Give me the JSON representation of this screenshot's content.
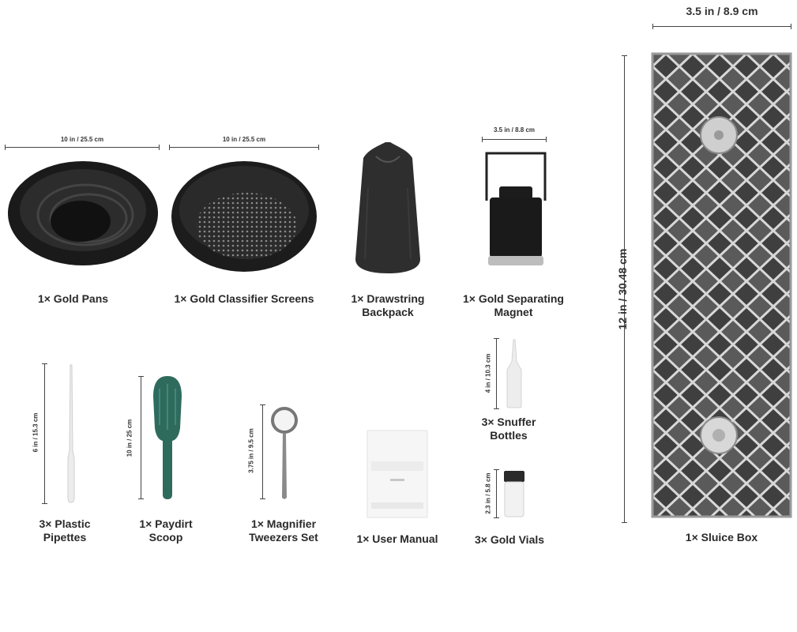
{
  "sluice": {
    "width_dim": "3.5 in /  8.9 cm",
    "height_dim": "12 in / 30.48 cm",
    "label": "1× Sluice Box"
  },
  "items": {
    "gold_pans": {
      "label": "1× Gold Pans",
      "dim": "10 in / 25.5 cm"
    },
    "classifier": {
      "label": "1× Gold Classifier Screens",
      "dim": "10 in / 25.5 cm"
    },
    "backpack": {
      "label_line1": "1× Drawstring",
      "label_line2": "Backpack"
    },
    "magnet": {
      "label_line1": "1× Gold Separating",
      "label_line2": "Magnet",
      "dim": "3.5 in / 8.8 cm"
    },
    "pipettes": {
      "label_line1": "3× Plastic",
      "label_line2": "Pipettes",
      "dim": "6 in / 15.3 cm"
    },
    "scoop": {
      "label_line1": "1× Paydirt",
      "label_line2": "Scoop",
      "dim": "10 in / 25 cm"
    },
    "tweezers": {
      "label_line1": "1× Magnifier",
      "label_line2": "Tweezers Set",
      "dim": "3.75 in / 9.5 cm"
    },
    "manual": {
      "label": "1× User Manual"
    },
    "snuffer": {
      "label_line1": "3× Snuffer",
      "label_line2": "Bottles",
      "dim": "4 in / 10.3 cm"
    },
    "vials": {
      "label": "3× Gold Vials",
      "dim": "2.3 in / 5.8 cm"
    }
  },
  "icons": {
    "gold_pan": "gold-pan-icon",
    "classifier": "classifier-screen-icon",
    "backpack": "drawstring-backpack-icon",
    "magnet": "separating-magnet-icon",
    "pipette": "pipette-icon",
    "scoop": "scoop-icon",
    "tweezers": "magnifier-tweezers-icon",
    "manual": "user-manual-icon",
    "bottle": "snuffer-bottle-icon",
    "vial": "vial-icon",
    "sluice": "sluice-box-icon"
  },
  "colors": {
    "pan": "#1c1c1c",
    "scoop": "#2f6b5c",
    "sluice_bg": "#555555"
  }
}
